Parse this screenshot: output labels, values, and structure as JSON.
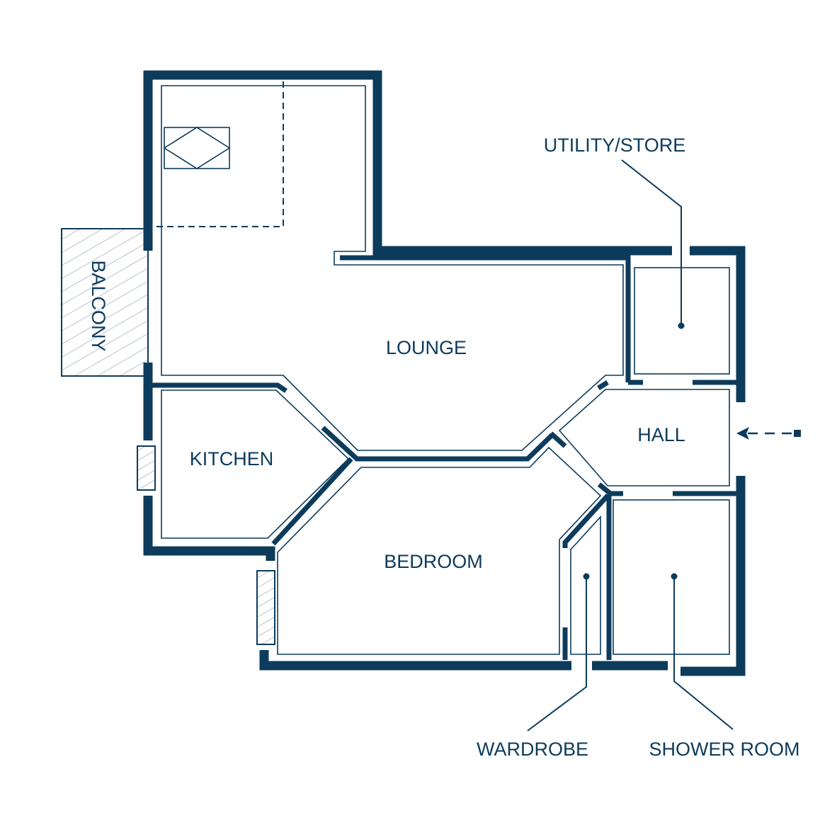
{
  "colors": {
    "wall": "#0c3b5c",
    "line": "#0c3b5c",
    "hatch": "#9fb1c0",
    "background": "#ffffff"
  },
  "rooms": {
    "lounge": "LOUNGE",
    "kitchen": "KITCHEN",
    "bedroom": "BEDROOM",
    "hall": "HALL",
    "balcony": "BALCONY"
  },
  "callouts": {
    "utility_store": "UTILITY/STORE",
    "wardrobe": "WARDROBE",
    "shower_room": "SHOWER ROOM"
  },
  "icons": {
    "entrance": "entrance-arrow-icon",
    "fireplace": "fireplace-icon"
  }
}
